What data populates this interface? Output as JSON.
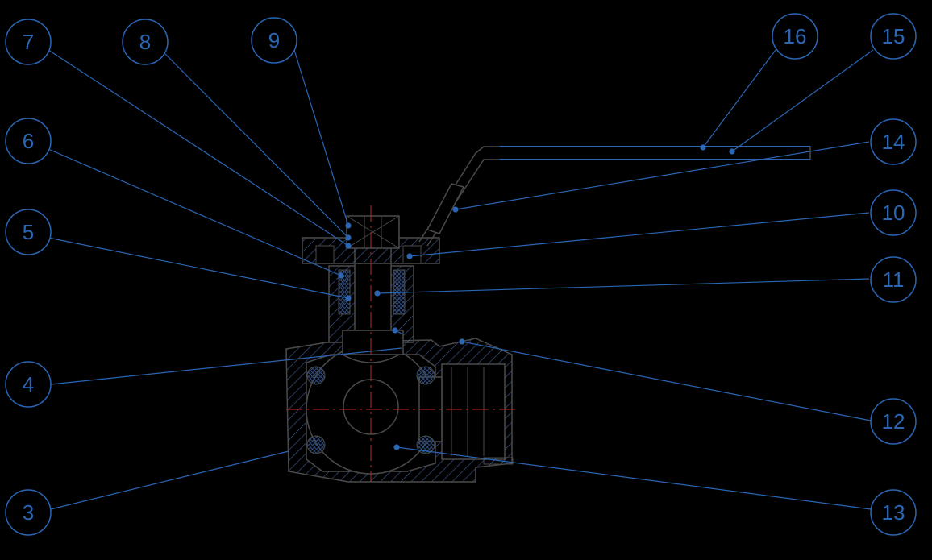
{
  "colors": {
    "background": "#000000",
    "leader": "#2a66b4",
    "outline": "#4a4a4a",
    "hatch": "#3f5a8f",
    "centerline": "#cc2222",
    "seal": "#2f4a7a"
  },
  "callouts": [
    {
      "number": "7"
    },
    {
      "number": "8"
    },
    {
      "number": "9"
    },
    {
      "number": "16"
    },
    {
      "number": "15"
    },
    {
      "number": "6"
    },
    {
      "number": "14"
    },
    {
      "number": "5"
    },
    {
      "number": "10"
    },
    {
      "number": "11"
    },
    {
      "number": "4"
    },
    {
      "number": "12"
    },
    {
      "number": "3"
    },
    {
      "number": "13"
    }
  ]
}
